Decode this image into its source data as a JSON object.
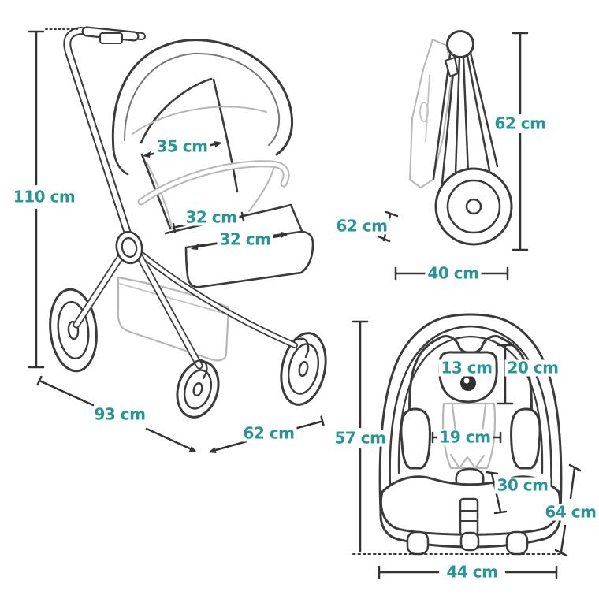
{
  "colors": {
    "dimension_text": "#279695",
    "line_dark": "#3b3b3b",
    "line_light": "#b6b6b6",
    "background": "#ffffff"
  },
  "diagram": {
    "type": "product-dimension-diagram",
    "product": "baby stroller with infant carrier",
    "unit": "cm",
    "views": [
      {
        "id": "stroller-side-view",
        "name": "stroller unfolded side view",
        "measurements": [
          {
            "id": "overall-height",
            "value": "110 cm"
          },
          {
            "id": "backrest-width",
            "value": "35 cm"
          },
          {
            "id": "seat-depth",
            "value": "32 cm"
          },
          {
            "id": "footrest-width",
            "value": "32 cm"
          },
          {
            "id": "overall-length",
            "value": "93 cm"
          },
          {
            "id": "overall-width",
            "value": "62 cm"
          }
        ]
      },
      {
        "id": "stroller-folded-view",
        "name": "stroller folded view",
        "measurements": [
          {
            "id": "folded-height",
            "value": "62 cm"
          },
          {
            "id": "folded-depth",
            "value": "62 cm"
          },
          {
            "id": "folded-width",
            "value": "40 cm"
          }
        ]
      },
      {
        "id": "infant-carrier-front-view",
        "name": "infant carrier front view",
        "measurements": [
          {
            "id": "carrier-height",
            "value": "57 cm"
          },
          {
            "id": "headrest-width",
            "value": "13 cm"
          },
          {
            "id": "headrest-height",
            "value": "20 cm"
          },
          {
            "id": "inner-seat-width",
            "value": "19 cm"
          },
          {
            "id": "seat-depth",
            "value": "30 cm"
          },
          {
            "id": "shell-side-height",
            "value": "64 cm"
          },
          {
            "id": "base-width",
            "value": "44 cm"
          }
        ]
      }
    ]
  }
}
